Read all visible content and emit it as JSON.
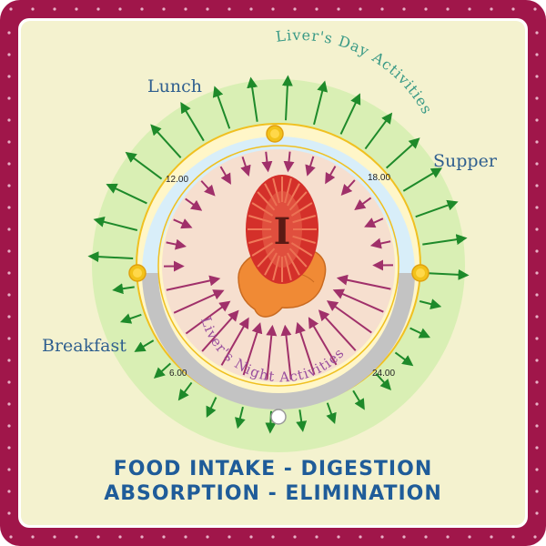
{
  "diagram": {
    "arc_labels": {
      "day": "Liver's Day Activities",
      "night": "Liver's Night Activities"
    },
    "meal_labels": {
      "lunch": "Lunch",
      "supper": "Supper",
      "breakfast": "Breakfast"
    },
    "time_labels": {
      "t12": "12.00",
      "t18": "18.00",
      "t6": "6.00",
      "t24": "24.00"
    },
    "center_letter": "I",
    "footer": {
      "line1": "FOOD INTAKE - DIGESTION",
      "line2": "ABSORPTION - ELIMINATION"
    },
    "icons": {
      "sun_noon": "sun-icon",
      "sun_left": "sun-icon",
      "sun_right": "sun-icon",
      "moon_midnight": "moon-icon",
      "organ": "liver-icon"
    },
    "colors": {
      "frame": "#a0164a",
      "background": "#f4f2cf",
      "outer_ring": "#d9efb4",
      "day_ring": "#d8eef9",
      "night_ring": "#c3c3c3",
      "inner_disc": "#f6dfcf",
      "green_arrow": "#1e8a2a",
      "purple_arrow": "#a0306a",
      "sun": "#f2c21a",
      "liver": "#f08a35",
      "stripes_red": "#d4302a",
      "footer_text": "#1f5c99"
    }
  }
}
